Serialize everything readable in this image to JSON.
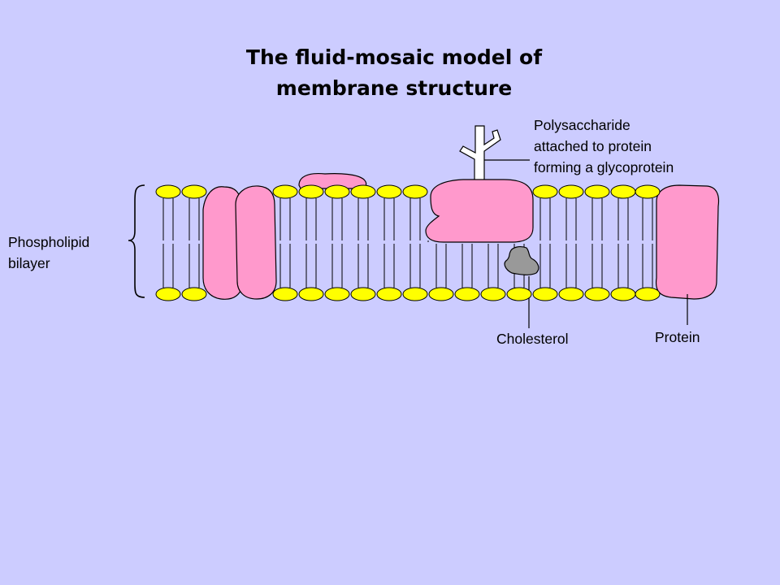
{
  "title": {
    "line1": "The fluid-mosaic model of",
    "line2": "membrane structure"
  },
  "labels": {
    "phospholipid": [
      "Phospholipid",
      "bilayer"
    ],
    "polysaccharide": [
      "Polysaccharide",
      "attached to protein",
      "forming a glycoprotein"
    ],
    "cholesterol": "Cholesterol",
    "protein": "Protein"
  },
  "colors": {
    "background": "#CCCCFF",
    "head": "#FFFF00",
    "protein": "#FF99CC",
    "cholesterol": "#999999",
    "carbohydrate": "#FFFFFF",
    "outline": "#000000"
  }
}
